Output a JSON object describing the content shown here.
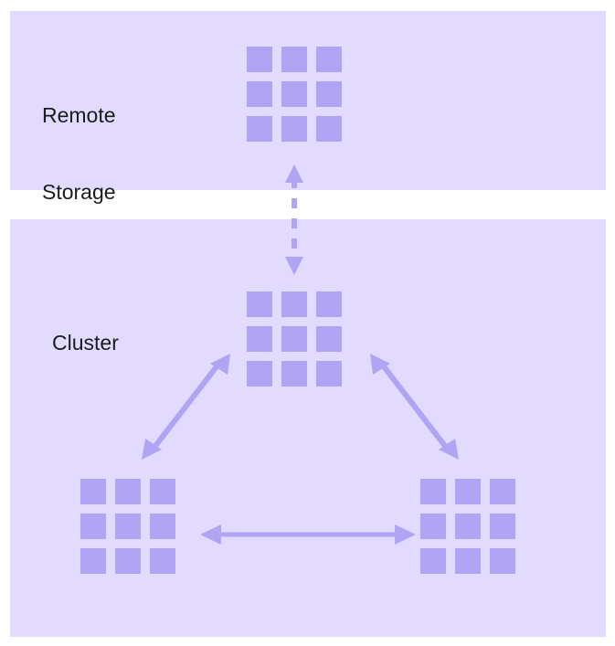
{
  "diagram": {
    "title": "Cluster and Remote Storage architecture diagram",
    "colors": {
      "panel_background": "#e2daff",
      "node_square": "#b2a4f5",
      "arrow": "#b2a4f5",
      "label_text": "#1c1c1c",
      "page_background": "#ffffff"
    },
    "panels": [
      {
        "id": "remote-storage",
        "label": "Remote\nStorage",
        "label_lines": [
          "Remote",
          "Storage"
        ]
      },
      {
        "id": "cluster",
        "label": "Cluster",
        "label_lines": [
          "Cluster"
        ]
      }
    ],
    "nodes": [
      {
        "id": "remote-storage-node",
        "panel": "remote-storage",
        "rows": 3,
        "cols": 3,
        "cell_count": 9
      },
      {
        "id": "cluster-node-top",
        "panel": "cluster",
        "rows": 3,
        "cols": 3,
        "cell_count": 9
      },
      {
        "id": "cluster-node-left",
        "panel": "cluster",
        "rows": 3,
        "cols": 3,
        "cell_count": 9
      },
      {
        "id": "cluster-node-right",
        "panel": "cluster",
        "rows": 3,
        "cols": 3,
        "cell_count": 9
      }
    ],
    "connectors": [
      {
        "id": "remote-to-cluster",
        "from": "remote-storage-node",
        "to": "cluster-node-top",
        "style": "dashed",
        "arrowheads": "both",
        "orientation": "vertical"
      },
      {
        "id": "cluster-top-to-left",
        "from": "cluster-node-top",
        "to": "cluster-node-left",
        "style": "solid",
        "arrowheads": "both",
        "orientation": "diagonal"
      },
      {
        "id": "cluster-top-to-right",
        "from": "cluster-node-top",
        "to": "cluster-node-right",
        "style": "solid",
        "arrowheads": "both",
        "orientation": "diagonal"
      },
      {
        "id": "cluster-left-to-right",
        "from": "cluster-node-left",
        "to": "cluster-node-right",
        "style": "solid",
        "arrowheads": "both",
        "orientation": "horizontal"
      }
    ]
  }
}
